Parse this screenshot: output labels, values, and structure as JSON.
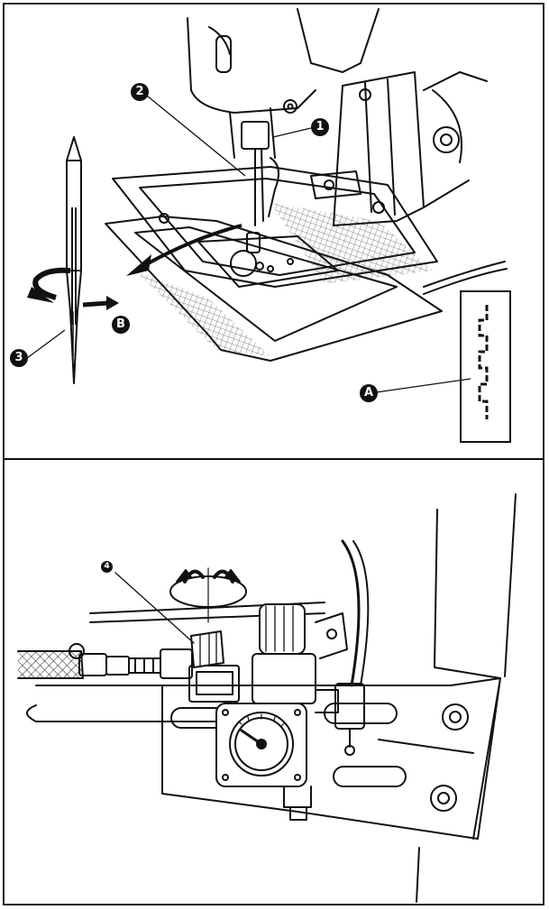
{
  "callouts": {
    "c1": "1",
    "c2": "2",
    "c3": "3",
    "c4": "4",
    "cA": "A",
    "cB": "B"
  },
  "colors": {
    "line": "#111111",
    "background": "#ffffff"
  }
}
